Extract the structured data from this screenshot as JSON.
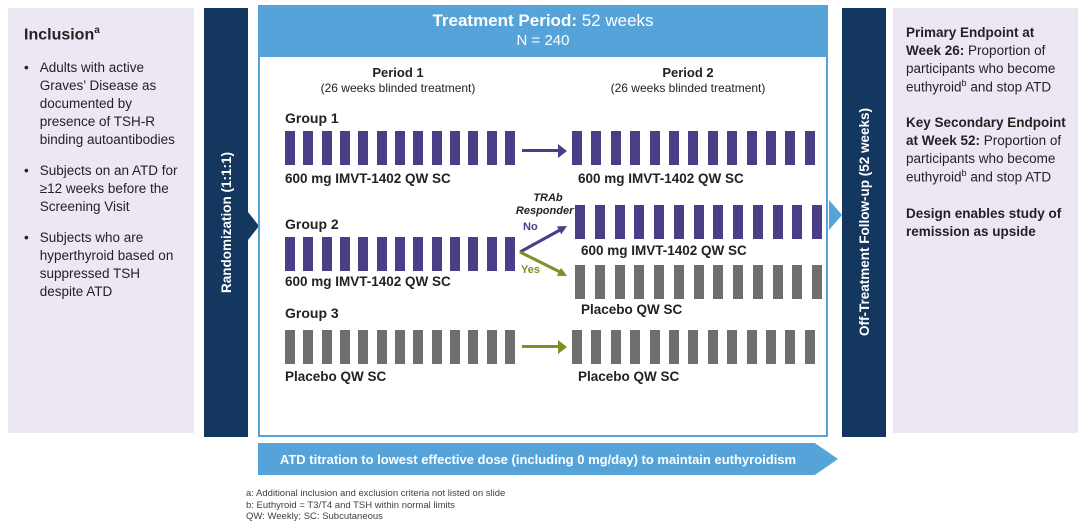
{
  "colors": {
    "navy": "#14375F",
    "sky_blue": "#55A3D9",
    "purple": "#4C3D87",
    "olive_green": "#7F8F24",
    "gray_tick": "#6E6E6E",
    "panel_lavender": "#EDE7F3"
  },
  "left_panel": {
    "title": "Inclusion",
    "title_sup": "a",
    "bullet_marker": "•",
    "bullets": [
      "Adults with active Graves’ Disease as documented by presence of TSH-R binding autoantibodies",
      "Subjects on an ATD for ≥12 weeks before the Screening Visit",
      "Subjects who are hyperthyroid based on suppressed TSH despite ATD"
    ]
  },
  "randomization_bar": {
    "label": "Randomization (1:1:1)"
  },
  "center": {
    "header": {
      "title_bold": "Treatment Period:",
      "title_rest": " 52 weeks",
      "subtitle": "N = 240"
    },
    "periods": [
      {
        "name": "Period 1",
        "desc": "(26 weeks blinded treatment)"
      },
      {
        "name": "Period 2",
        "desc": "(26 weeks blinded treatment)"
      }
    ],
    "tick_count": 13,
    "groups": [
      {
        "name": "Group 1",
        "p1_label": "600 mg IMVT-1402 QW SC",
        "p2_label": "600 mg IMVT-1402 QW SC"
      },
      {
        "name": "Group 2",
        "p1_label": "600 mg IMVT-1402 QW SC"
      },
      {
        "name": "Group 3",
        "p1_label": "Placebo QW SC",
        "p2_label": "Placebo QW SC"
      }
    ],
    "branch": {
      "question_line1": "TRAb",
      "question_line2": "Responder?",
      "no_label": "No",
      "no_arm_label": "600 mg IMVT-1402 QW SC",
      "yes_label": "Yes",
      "yes_arm_label": "Placebo QW SC"
    }
  },
  "followup_bar": {
    "label": "Off-Treatment Follow-up (52 weeks)"
  },
  "right_panel": {
    "sections": [
      {
        "lead": "Primary Endpoint at Week 26:",
        "body_before_sup": " Proportion of participants who become euthyroid",
        "sup": "b",
        "body_after_sup": " and stop ATD"
      },
      {
        "lead": "Key Secondary Endpoint at Week 52:",
        "body_before_sup": " Proportion of participants who become euthyroid",
        "sup": "b",
        "body_after_sup": " and stop ATD"
      },
      {
        "lead": "Design enables study of remission as upside",
        "body_before_sup": "",
        "sup": "",
        "body_after_sup": ""
      }
    ]
  },
  "banner": {
    "text": "ATD titration to lowest effective dose (including 0 mg/day) to maintain euthyroidism"
  },
  "footnotes": [
    "a: Additional inclusion and exclusion criteria not listed on slide",
    "b: Euthyroid = T3/T4 and TSH within normal limits",
    "QW: Weekly; SC: Subcutaneous"
  ]
}
